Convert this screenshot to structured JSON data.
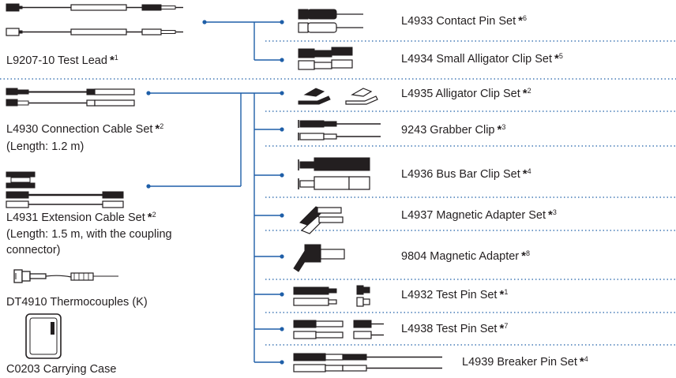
{
  "left_items": [
    {
      "name": "L9207-10 Test Lead",
      "note": "1",
      "extra": []
    },
    {
      "name": "L4930 Connection Cable Set",
      "note": "2",
      "extra": [
        "(Length: 1.2 m)"
      ]
    },
    {
      "name": "L4931 Extension Cable Set",
      "note": "2",
      "extra": [
        "(Length: 1.5 m, with the coupling",
        "connector)"
      ]
    },
    {
      "name": "DT4910 Thermocouples (K)",
      "note": "",
      "extra": []
    },
    {
      "name": "C0203 Carrying Case",
      "note": "",
      "extra": []
    }
  ],
  "right_items": [
    {
      "name": "L4933 Contact Pin Set",
      "note": "6"
    },
    {
      "name": "L4934 Small Alligator Clip Set",
      "note": "5"
    },
    {
      "name": "L4935 Alligator Clip Set",
      "note": "2"
    },
    {
      "name": "9243 Grabber Clip",
      "note": "3"
    },
    {
      "name": "L4936 Bus Bar Clip Set",
      "note": "4"
    },
    {
      "name": "L4937 Magnetic Adapter Set",
      "note": "3"
    },
    {
      "name": "9804 Magnetic Adapter",
      "note": "8"
    },
    {
      "name": "L4932 Test Pin Set",
      "note": "1"
    },
    {
      "name": "L4938 Test Pin Set",
      "note": "7"
    },
    {
      "name": "L4939 Breaker Pin Set",
      "note": "4"
    }
  ],
  "asterisk": "*",
  "colors": {
    "connector": "#1f5fa8",
    "separator": "#1f5fa8",
    "accessory": "#231f20",
    "text": "#231f20"
  }
}
